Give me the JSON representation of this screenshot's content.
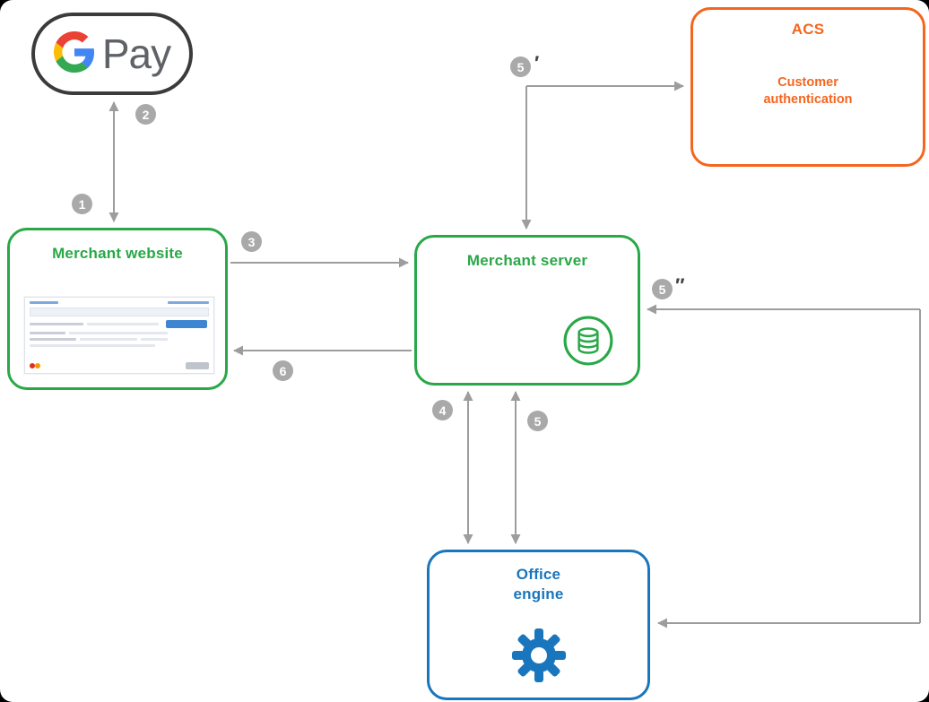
{
  "diagram": {
    "gpay": {
      "pay_label": "Pay"
    },
    "acs": {
      "title": "ACS",
      "body": "Customer authentication"
    },
    "merchant_website": {
      "title": "Merchant website"
    },
    "merchant_server": {
      "title": "Merchant server"
    },
    "office_engine": {
      "line1": "Office",
      "line2": "engine"
    },
    "steps": {
      "step1": "1",
      "step2": "2",
      "step3": "3",
      "step4": "4",
      "step5": "5",
      "step6": "6",
      "step5_prime": "5",
      "step5_prime_mark": "′",
      "step5_double_prime": "5",
      "step5_double_prime_mark": "″"
    },
    "colors": {
      "green": "#29a847",
      "blue": "#1976bd",
      "orange": "#f4661f",
      "arrow_gray": "#9d9d9d",
      "badge_gray": "#a9a9a9",
      "gpay_border": "#3a3b3d",
      "gpay_text": "#5f6368"
    }
  }
}
